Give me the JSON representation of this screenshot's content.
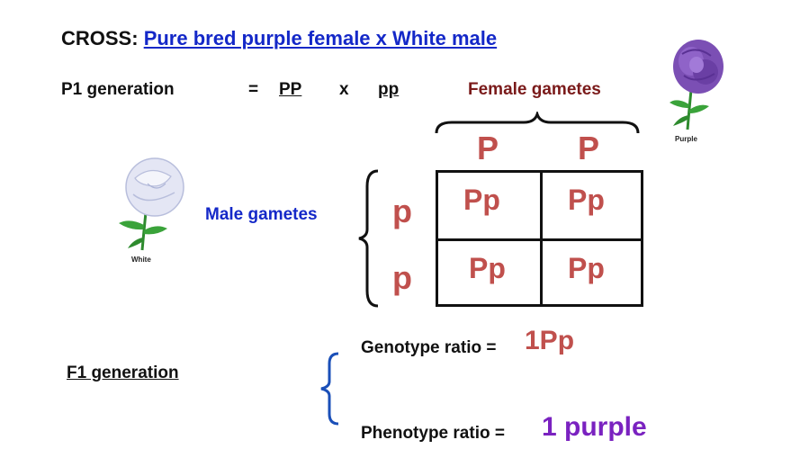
{
  "cross": {
    "label": "CROSS:",
    "description": "Pure bred purple female  x  White male"
  },
  "p1": {
    "label": "P1 generation",
    "equals": "=",
    "female_genotype": "PP",
    "times": "x",
    "male_genotype": "pp"
  },
  "female_gametes": {
    "label": "Female gametes",
    "alleles": [
      "P",
      "P"
    ]
  },
  "male_gametes": {
    "label": "Male gametes",
    "alleles": [
      "p",
      "p"
    ]
  },
  "punnett": {
    "cells": [
      [
        "Pp",
        "Pp"
      ],
      [
        "Pp",
        "Pp"
      ]
    ]
  },
  "f1": {
    "label": "F1 generation",
    "genotype_label": "Genotype ratio =",
    "genotype_value": "1Pp",
    "phenotype_label": "Phenotype ratio  =",
    "phenotype_value": "1 purple"
  },
  "flowers": {
    "purple_caption": "Purple",
    "white_caption": "White"
  },
  "colors": {
    "blue": "#1428c8",
    "allele_red": "#c0504d",
    "female_label": "#7a1a1a",
    "phenotype_purple": "#7a22c0",
    "bracket_blue": "#1a4fb8"
  }
}
